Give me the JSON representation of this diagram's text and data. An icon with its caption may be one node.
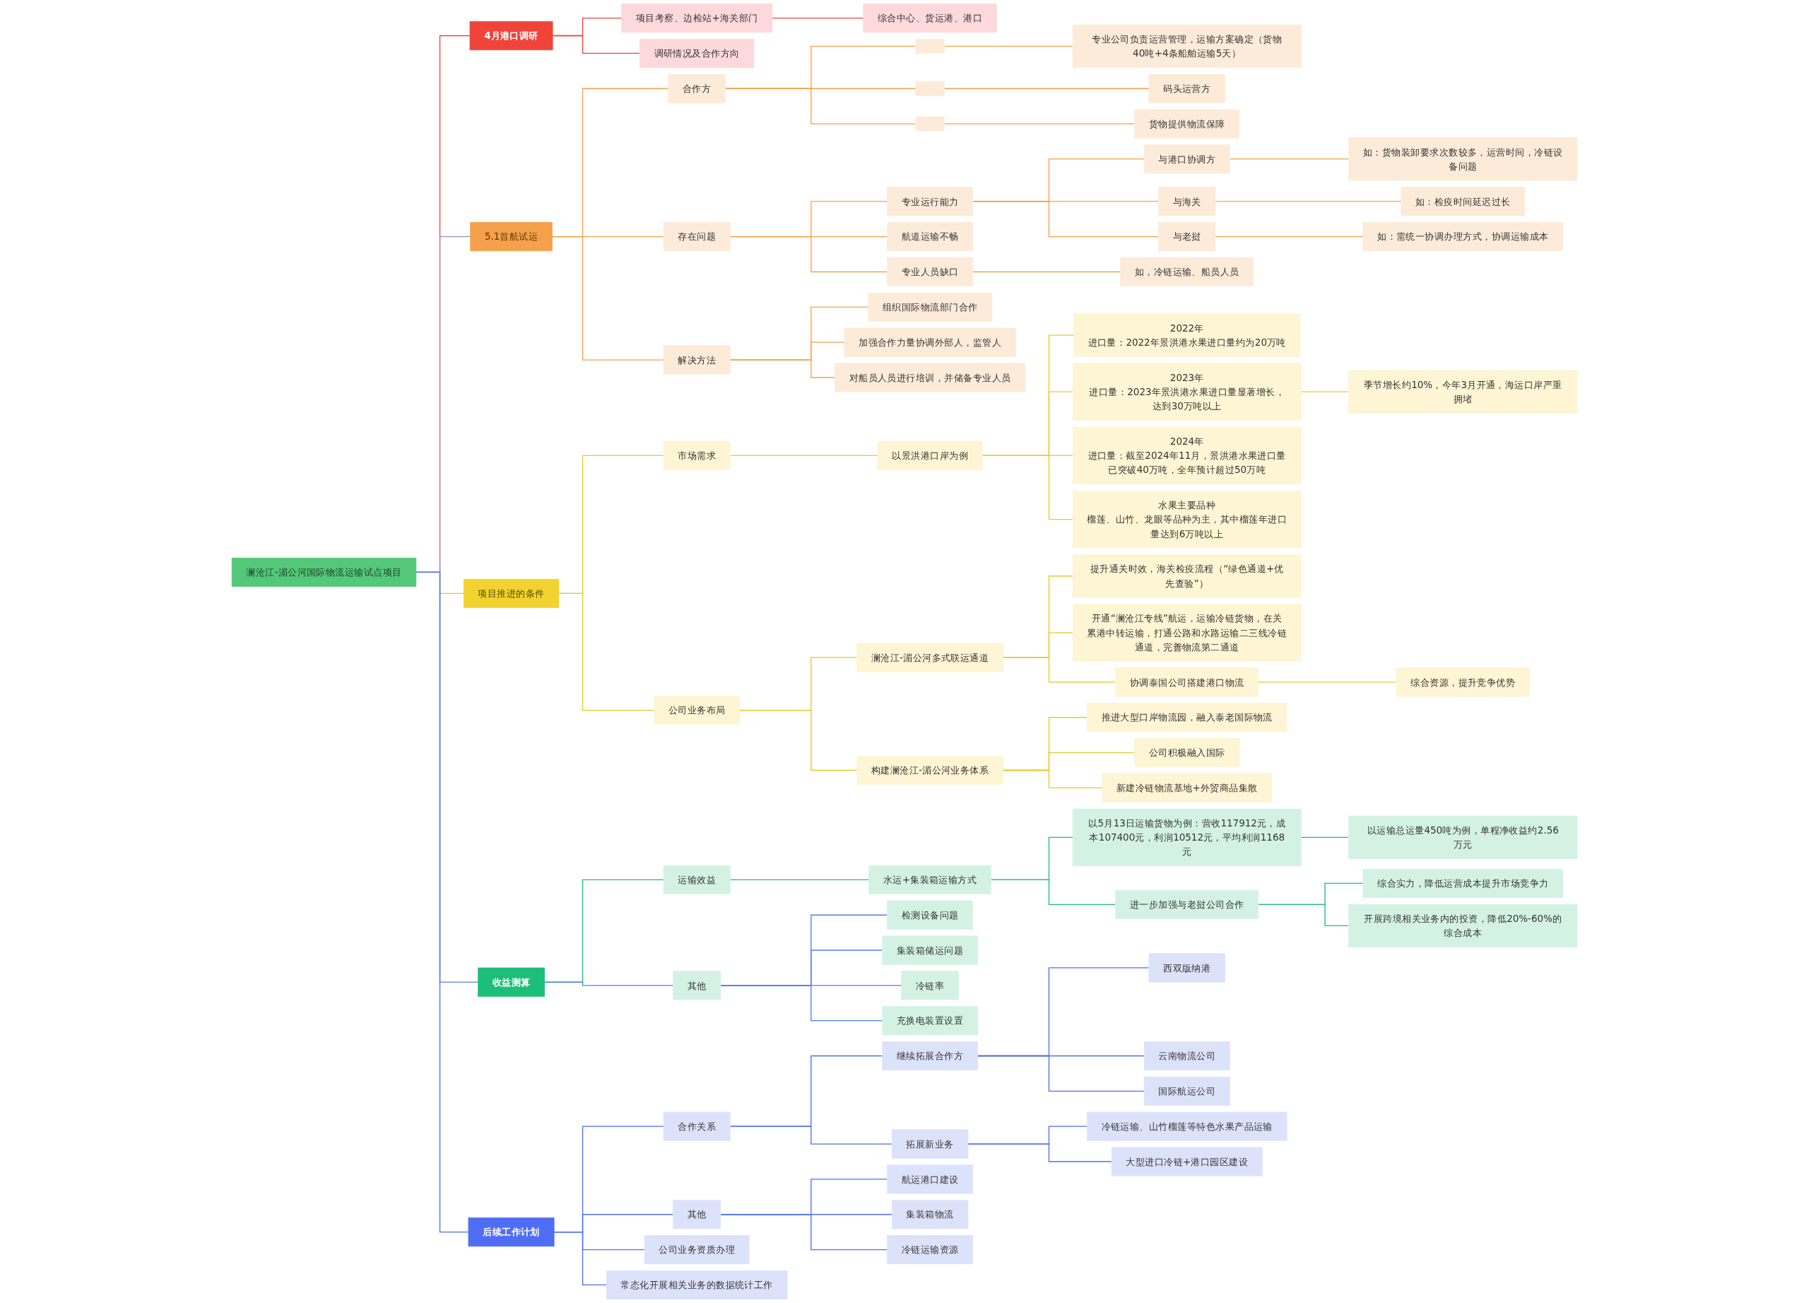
{
  "diagram": {
    "nodes": [
      {
        "text": [
          "澜沧江-湄公河国际物流运输试点项目"
        ]
      },
      {
        "text": [
          "4月港口调研"
        ]
      },
      {
        "text": [
          "项目考察、边检站+海关部门"
        ]
      },
      {
        "text": [
          "综合中心、货运港、港口"
        ]
      },
      {
        "text": [
          "调研情况及合作方向"
        ]
      },
      {
        "text": [
          "5.1首航试运"
        ]
      },
      {
        "text": [
          "合作方"
        ]
      },
      {
        "text": [],
        "shape": "box"
      },
      {
        "text": [
          "专业公司负责运营管理，运输方案确定（货物40吨+4条船舶运输5天）"
        ]
      },
      {
        "text": [],
        "shape": "box"
      },
      {
        "text": [
          "码头运营方"
        ]
      },
      {
        "text": [],
        "shape": "box"
      },
      {
        "text": [
          "货物提供物流保障"
        ]
      },
      {
        "text": [
          "存在问题"
        ]
      },
      {
        "text": [
          "专业运行能力"
        ]
      },
      {
        "text": [
          "与港口协调方"
        ]
      },
      {
        "text": [
          "如：货物装卸要求次数较多，运营时间，冷链设备问题"
        ]
      },
      {
        "text": [
          "与海关"
        ]
      },
      {
        "text": [
          "如：检疫时间延迟过长"
        ]
      },
      {
        "text": [
          "与老挝"
        ]
      },
      {
        "text": [
          "如：需统一协调办理方式，协调运输成本"
        ]
      },
      {
        "text": [
          "航道运输不畅"
        ]
      },
      {
        "text": [
          "专业人员缺口"
        ]
      },
      {
        "text": [
          "如，冷链运输、船员人员"
        ]
      },
      {
        "text": [
          "解决方法"
        ]
      },
      {
        "text": [
          "组织国际物流部门合作"
        ]
      },
      {
        "text": [
          "加强合作力量协调外部人，监管人"
        ]
      },
      {
        "text": [
          "对船员人员进行培训，并储备专业人员"
        ]
      },
      {
        "text": [
          "项目推进的条件"
        ]
      },
      {
        "text": [
          "市场需求"
        ]
      },
      {
        "text": [
          "以景洪港口岸为例"
        ]
      },
      {
        "text": [
          "2022年",
          "进口量：2022年景洪港水果进口量约为20万吨"
        ]
      },
      {
        "text": [
          "2023年",
          "进口量：2023年景洪港水果进口量显著增长，达到30万吨以上"
        ]
      },
      {
        "text": [
          "季节增长约10%，今年3月开通，海运口岸严重拥堵"
        ]
      },
      {
        "text": [
          "2024年",
          "进口量：截至2024年11月，景洪港水果进口量已突破40万吨，全年预计超过50万吨"
        ]
      },
      {
        "text": [
          "水果主要品种",
          "榴莲、山竹、龙眼等品种为主，其中榴莲年进口量达到6万吨以上"
        ]
      },
      {
        "text": [
          "公司业务布局"
        ]
      },
      {
        "text": [
          "澜沧江-湄公河多式联运通道"
        ]
      },
      {
        "text": [
          "提升通关时效，海关检疫流程（“绿色通道+优先查验”）"
        ]
      },
      {
        "text": [
          "开通“澜沧江专线”航运，运输冷链货物，在关累港中转运输，打通公路和水路运输二三线冷链通道，完善物流第二通道"
        ]
      },
      {
        "text": [
          "协调泰国公司搭建港口物流"
        ]
      },
      {
        "text": [
          "综合资源，提升竞争优势"
        ]
      },
      {
        "text": [
          "构建澜沧江-湄公河业务体系"
        ]
      },
      {
        "text": [
          "推进大型口岸物流园，融入泰老国际物流"
        ]
      },
      {
        "text": [
          "公司积极融入国际"
        ]
      },
      {
        "text": [
          "新建冷链物流基地+外贸商品集散"
        ]
      },
      {
        "text": [
          "收益测算"
        ]
      },
      {
        "text": [
          "运输效益"
        ]
      },
      {
        "text": [
          "水运+集装箱运输方式"
        ]
      },
      {
        "text": [
          "以5月13日运输货物为例：营收117912元，成本107400元，利润10512元，平均利润1168元"
        ]
      },
      {
        "text": [
          "以运输总运量450吨为例，单程净收益约2.56万元"
        ]
      },
      {
        "text": [
          "进一步加强与老挝公司合作"
        ]
      },
      {
        "text": [
          "综合实力，降低运营成本提升市场竞争力"
        ]
      },
      {
        "text": [
          "开展跨境相关业务内的投资，降低20%-60%的综合成本"
        ]
      },
      {
        "text": [
          "其他"
        ]
      },
      {
        "text": [
          "检测设备问题"
        ]
      },
      {
        "text": [
          "集装箱储运问题"
        ]
      },
      {
        "text": [
          "冷链率"
        ]
      },
      {
        "text": [
          "充换电装置设置"
        ]
      },
      {
        "text": [
          "后续工作计划"
        ]
      },
      {
        "text": [
          "合作关系"
        ]
      },
      {
        "text": [
          "继续拓展合作方"
        ]
      },
      {
        "text": [
          "西双版纳港"
        ]
      },
      {
        "text": [
          "云南物流公司"
        ]
      },
      {
        "text": [
          "国际航运公司"
        ]
      },
      {
        "text": [
          "拓展新业务"
        ]
      },
      {
        "text": [
          "冷链运输、山竹榴莲等特色水果产品运输"
        ]
      },
      {
        "text": [
          "大型进口冷链+港口园区建设"
        ]
      },
      {
        "text": [
          "其他"
        ]
      },
      {
        "text": [
          "航运港口建设"
        ]
      },
      {
        "text": [
          "集装箱物流"
        ]
      },
      {
        "text": [
          "冷链运输资源"
        ]
      },
      {
        "text": [
          "公司业务资质办理"
        ]
      },
      {
        "text": [
          "常态化开展相关业务的数据统计工作"
        ]
      }
    ],
    "edges": [
      {
        "from": 0,
        "to": 1,
        "arrow": "none",
        "color": "#f0443a"
      },
      {
        "from": 1,
        "to": 2,
        "arrow": "none",
        "color": "#f0443a"
      },
      {
        "from": 2,
        "to": 3,
        "arrow": "none",
        "color": "#f0443a"
      },
      {
        "from": 1,
        "to": 4,
        "arrow": "none",
        "color": "#f0443a"
      },
      {
        "from": 0,
        "to": 5,
        "arrow": "none",
        "color": "#9b8cc8"
      },
      {
        "from": 5,
        "to": 6,
        "arrow": "none",
        "color": "#f5a04a"
      },
      {
        "from": 6,
        "to": 7,
        "arrow": "none",
        "color": "#f5a04a"
      },
      {
        "from": 7,
        "to": 8,
        "arrow": "none",
        "color": "#f5a04a"
      },
      {
        "from": 6,
        "to": 9,
        "arrow": "none",
        "color": "#f5a04a"
      },
      {
        "from": 9,
        "to": 10,
        "arrow": "none",
        "color": "#f5a04a"
      },
      {
        "from": 6,
        "to": 11,
        "arrow": "none",
        "color": "#f5a04a"
      },
      {
        "from": 11,
        "to": 12,
        "arrow": "none",
        "color": "#f5a04a"
      },
      {
        "from": 5,
        "to": 13,
        "arrow": "none",
        "color": "#f5a04a"
      },
      {
        "from": 13,
        "to": 14,
        "arrow": "none",
        "color": "#f5a04a"
      },
      {
        "from": 14,
        "to": 15,
        "arrow": "none",
        "color": "#f5a04a"
      },
      {
        "from": 15,
        "to": 16,
        "arrow": "none",
        "color": "#f5a04a"
      },
      {
        "from": 14,
        "to": 17,
        "arrow": "none",
        "color": "#f5a04a"
      },
      {
        "from": 17,
        "to": 18,
        "arrow": "none",
        "color": "#f5a04a"
      },
      {
        "from": 14,
        "to": 19,
        "arrow": "none",
        "color": "#f5a04a"
      },
      {
        "from": 19,
        "to": 20,
        "arrow": "none",
        "color": "#f5a04a"
      },
      {
        "from": 13,
        "to": 21,
        "arrow": "none",
        "color": "#f5a04a"
      },
      {
        "from": 13,
        "to": 22,
        "arrow": "none",
        "color": "#f5a04a"
      },
      {
        "from": 22,
        "to": 23,
        "arrow": "none",
        "color": "#f5a04a"
      },
      {
        "from": 5,
        "to": 24,
        "arrow": "none",
        "color": "#f5a04a"
      },
      {
        "from": 24,
        "to": 25,
        "arrow": "none",
        "color": "#f5a04a"
      },
      {
        "from": 24,
        "to": 26,
        "arrow": "none",
        "color": "#f5a04a"
      },
      {
        "from": 24,
        "to": 27,
        "arrow": "none",
        "color": "#f5a04a"
      },
      {
        "from": 0,
        "to": 28,
        "arrow": "none",
        "color": "#e8c82a"
      },
      {
        "from": 28,
        "to": 29,
        "arrow": "none",
        "color": "#e8c82a"
      },
      {
        "from": 29,
        "to": 30,
        "arrow": "none",
        "color": "#e8c82a"
      },
      {
        "from": 30,
        "to": 31,
        "arrow": "none",
        "color": "#e8c82a"
      },
      {
        "from": 30,
        "to": 32,
        "arrow": "none",
        "color": "#e8c82a"
      },
      {
        "from": 32,
        "to": 33,
        "arrow": "none",
        "color": "#e8c82a"
      },
      {
        "from": 30,
        "to": 34,
        "arrow": "none",
        "color": "#e8c82a"
      },
      {
        "from": 30,
        "to": 35,
        "arrow": "none",
        "color": "#e8c82a"
      },
      {
        "from": 28,
        "to": 36,
        "arrow": "none",
        "color": "#e8c82a"
      },
      {
        "from": 36,
        "to": 37,
        "arrow": "none",
        "color": "#e8c82a"
      },
      {
        "from": 37,
        "to": 38,
        "arrow": "none",
        "color": "#e8c82a"
      },
      {
        "from": 37,
        "to": 39,
        "arrow": "none",
        "color": "#e8c82a"
      },
      {
        "from": 37,
        "to": 40,
        "arrow": "none",
        "color": "#e8c82a"
      },
      {
        "from": 40,
        "to": 41,
        "arrow": "none",
        "color": "#e8c82a"
      },
      {
        "from": 36,
        "to": 42,
        "arrow": "none",
        "color": "#e8c82a"
      },
      {
        "from": 42,
        "to": 43,
        "arrow": "none",
        "color": "#e8c82a"
      },
      {
        "from": 42,
        "to": 44,
        "arrow": "none",
        "color": "#e8c82a"
      },
      {
        "from": 42,
        "to": 45,
        "arrow": "none",
        "color": "#e8c82a"
      },
      {
        "from": 0,
        "to": 46,
        "arrow": "none",
        "color": "#4f7cf0"
      },
      {
        "from": 46,
        "to": 47,
        "arrow": "none",
        "color": "#1dbf78"
      },
      {
        "from": 47,
        "to": 48,
        "arrow": "none",
        "color": "#1dbf78"
      },
      {
        "from": 48,
        "to": 49,
        "arrow": "none",
        "color": "#1dbf78"
      },
      {
        "from": 49,
        "to": 50,
        "arrow": "none",
        "color": "#1dbf78"
      },
      {
        "from": 48,
        "to": 51,
        "arrow": "none",
        "color": "#1dbf78"
      },
      {
        "from": 51,
        "to": 52,
        "arrow": "none",
        "color": "#1dbf78"
      },
      {
        "from": 51,
        "to": 53,
        "arrow": "none",
        "color": "#1dbf78"
      },
      {
        "from": 46,
        "to": 54,
        "arrow": "none",
        "color": "#4f7cf0"
      },
      {
        "from": 54,
        "to": 55,
        "arrow": "none",
        "color": "#4f7cf0"
      },
      {
        "from": 54,
        "to": 56,
        "arrow": "none",
        "color": "#4f7cf0"
      },
      {
        "from": 54,
        "to": 57,
        "arrow": "none",
        "color": "#4f7cf0"
      },
      {
        "from": 54,
        "to": 58,
        "arrow": "none",
        "color": "#4f7cf0"
      },
      {
        "from": 0,
        "to": 59,
        "arrow": "none",
        "color": "#4f6df5"
      },
      {
        "from": 59,
        "to": 60,
        "arrow": "none",
        "color": "#4f6df5"
      },
      {
        "from": 60,
        "to": 61,
        "arrow": "none",
        "color": "#4f6df5"
      },
      {
        "from": 61,
        "to": 62,
        "arrow": "none",
        "color": "#4f6df5"
      },
      {
        "from": 61,
        "to": 63,
        "arrow": "none",
        "color": "#4f6df5"
      },
      {
        "from": 61,
        "to": 64,
        "arrow": "none",
        "color": "#4f6df5"
      },
      {
        "from": 60,
        "to": 65,
        "arrow": "none",
        "color": "#4f6df5"
      },
      {
        "from": 65,
        "to": 66,
        "arrow": "none",
        "color": "#4f6df5"
      },
      {
        "from": 65,
        "to": 67,
        "arrow": "none",
        "color": "#4f6df5"
      },
      {
        "from": 59,
        "to": 68,
        "arrow": "none",
        "color": "#4f6df5"
      },
      {
        "from": 68,
        "to": 69,
        "arrow": "none",
        "color": "#4f6df5"
      },
      {
        "from": 68,
        "to": 70,
        "arrow": "none",
        "color": "#4f6df5"
      },
      {
        "from": 68,
        "to": 71,
        "arrow": "none",
        "color": "#4f6df5"
      },
      {
        "from": 59,
        "to": 72,
        "arrow": "none",
        "color": "#4f6df5"
      },
      {
        "from": 59,
        "to": 73,
        "arrow": "none",
        "color": "#4f6df5"
      }
    ]
  }
}
